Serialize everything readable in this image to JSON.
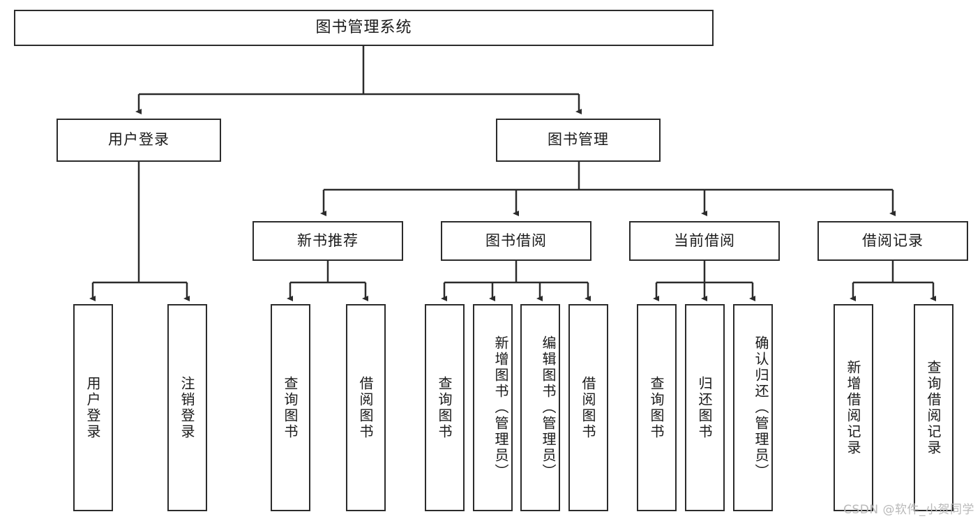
{
  "diagram": {
    "title": "图书管理系统",
    "type": "tree-hierarchy-diagram",
    "root": {
      "id": "root",
      "label": "图书管理系统"
    },
    "level2": [
      {
        "id": "user-login",
        "label": "用户登录"
      },
      {
        "id": "book-management",
        "label": "图书管理"
      }
    ],
    "level3": [
      {
        "id": "new-book-recommend",
        "label": "新书推荐",
        "parent": "book-management"
      },
      {
        "id": "book-borrow",
        "label": "图书借阅",
        "parent": "book-management"
      },
      {
        "id": "current-borrow",
        "label": "当前借阅",
        "parent": "book-management"
      },
      {
        "id": "borrow-record",
        "label": "借阅记录",
        "parent": "book-management"
      }
    ],
    "leaves": [
      {
        "id": "leaf-user-login",
        "label": "用户登录",
        "parent": "user-login"
      },
      {
        "id": "leaf-logout-login",
        "label": "注销登录",
        "parent": "user-login"
      },
      {
        "id": "leaf-query-book-1",
        "label": "查询图书",
        "parent": "new-book-recommend"
      },
      {
        "id": "leaf-borrow-book-1",
        "label": "借阅图书",
        "parent": "new-book-recommend"
      },
      {
        "id": "leaf-query-book-2",
        "label": "查询图书",
        "parent": "book-borrow"
      },
      {
        "id": "leaf-add-book",
        "label": "新增图书（管理员）",
        "parent": "book-borrow"
      },
      {
        "id": "leaf-edit-book",
        "label": "编辑图书（管理员）",
        "parent": "book-borrow"
      },
      {
        "id": "leaf-borrow-book-2",
        "label": "借阅图书",
        "parent": "book-borrow"
      },
      {
        "id": "leaf-query-book-3",
        "label": "查询图书",
        "parent": "current-borrow"
      },
      {
        "id": "leaf-return-book",
        "label": "归还图书",
        "parent": "current-borrow"
      },
      {
        "id": "leaf-confirm-return",
        "label": "确认归还（管理员）",
        "parent": "current-borrow"
      },
      {
        "id": "leaf-add-borrow-record",
        "label": "新增借阅记录",
        "parent": "borrow-record"
      },
      {
        "id": "leaf-query-borrow-record",
        "label": "查询借阅记录",
        "parent": "borrow-record"
      }
    ],
    "watermark": "CSDN @软件_小贺同学",
    "colors": {
      "stroke": "#2b2b2b",
      "fill": "#ffffff",
      "text": "#1a1a1a",
      "watermark": "#b9b9b9"
    }
  }
}
